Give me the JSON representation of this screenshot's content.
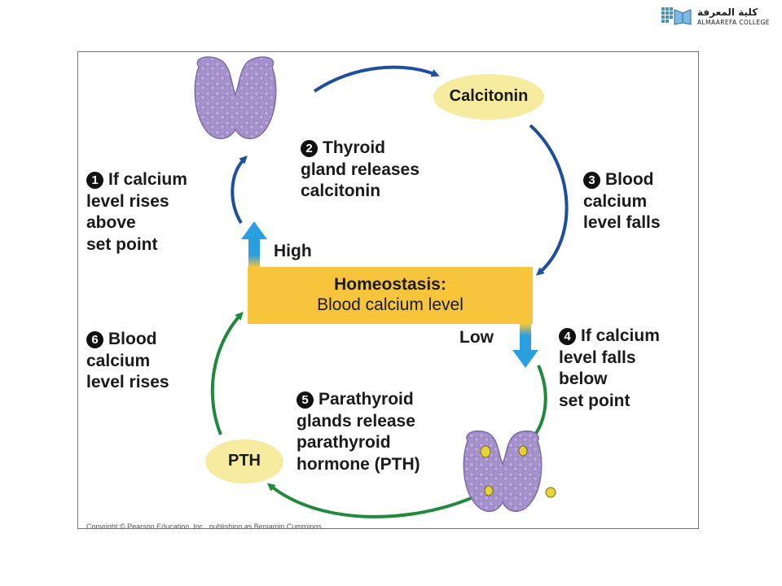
{
  "logo": {
    "arabic_text": "كلية المعرفة",
    "english_text": "ALMAAREFA COLLEGE"
  },
  "diagram": {
    "calcitonin_label": "Calcitonin",
    "pth_label": "PTH",
    "homeostasis_title": "Homeostasis:",
    "homeostasis_sub": "Blood calcium level",
    "high_label": "High",
    "low_label": "Low",
    "steps": [
      {
        "num": "1",
        "lines": [
          "If calcium",
          "level rises",
          "above",
          "set point"
        ]
      },
      {
        "num": "2",
        "lines": [
          "Thyroid",
          "gland releases",
          "calcitonin"
        ]
      },
      {
        "num": "3",
        "lines": [
          "Blood",
          "calcium",
          "level falls"
        ]
      },
      {
        "num": "4",
        "lines": [
          "If calcium",
          "level falls",
          "below",
          "set point"
        ]
      },
      {
        "num": "5",
        "lines": [
          "Parathyroid",
          "glands release",
          "parathyroid",
          "hormone (PTH)"
        ]
      },
      {
        "num": "6",
        "lines": [
          "Blood",
          "calcium",
          "level rises"
        ]
      }
    ],
    "copyright": "Copyright © Pearson Education, Inc., publishing as Benjamin Cummings"
  },
  "colors": {
    "frame_border": "#4a7db0",
    "homeostasis_box": "#f6c53c",
    "oval": "#f7eba0",
    "thyroid": "#a894cc",
    "calcitonin_arrow": "#1d4f9e",
    "pth_arrow": "#1f8a3c",
    "high_low_arrow": "#2a9fe0",
    "parathyroid_spot": "#e8d23a"
  },
  "icons": [
    "thyroid-gland-icon",
    "parathyroid-glands-icon",
    "high-arrow-icon",
    "low-arrow-icon"
  ]
}
